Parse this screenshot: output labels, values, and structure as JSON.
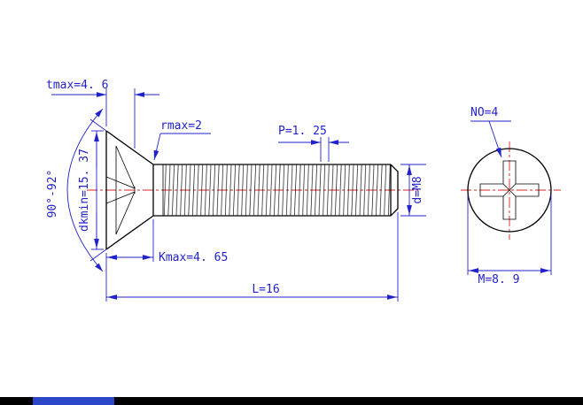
{
  "colors": {
    "outline": "#000000",
    "dimension": "#2222cc",
    "centerline": "#e02222",
    "background": "#ffffff",
    "bottom_bar": "#000000",
    "bottom_bar_accent": "#2b46c8"
  },
  "labels": {
    "tmax": "tmax=4. 6",
    "rmax": "rmax=2",
    "pitch": "P=1. 25",
    "recess_no": "NO=4",
    "head_angle": "90°-92°",
    "dk_min": "dkmin=15. 37",
    "k_max": "Kmax=4. 65",
    "thread_d": "d=M8",
    "length": "L=16",
    "recess_m": "M=8. 9"
  }
}
